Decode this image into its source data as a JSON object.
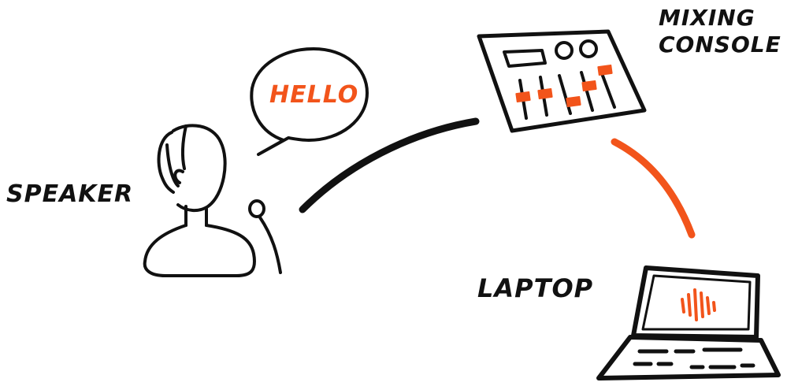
{
  "labels": {
    "speaker": "SPEAKER",
    "mixing_console_line1": "MIXING",
    "mixing_console_line2": "CONSOLE",
    "laptop": "LAPTOP",
    "speech": "HELLO"
  },
  "icons": {
    "speaker": "person-with-microphone-icon",
    "speech_bubble": "speech-bubble-icon",
    "mixing_console": "mixing-console-icon",
    "laptop": "laptop-icon",
    "audio_wave": "sound-wave-icon"
  },
  "colors": {
    "ink": "#111111",
    "accent": "#f2541b",
    "background": "#ffffff"
  }
}
